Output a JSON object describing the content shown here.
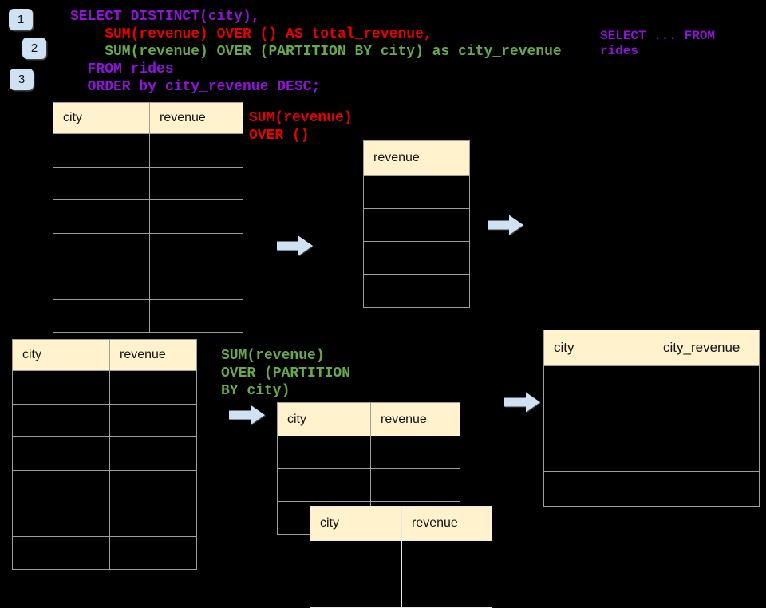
{
  "badges": [
    {
      "label": "1"
    },
    {
      "label": "2"
    },
    {
      "label": "3"
    }
  ],
  "sql_code": {
    "lines": [
      {
        "text": "SELECT DISTINCT(city),",
        "color": "purple"
      },
      {
        "text": "    SUM(revenue) OVER () AS total_revenue,",
        "color": "red"
      },
      {
        "text": "    SUM(revenue) OVER (PARTITION BY city) as city_revenue",
        "color": "green"
      },
      {
        "text": "  FROM rides",
        "color": "purple"
      },
      {
        "text": "  ORDER by city_revenue DESC;",
        "color": "purple"
      }
    ]
  },
  "side_note": {
    "text": "SELECT ... FROM\nrides",
    "color": "purple"
  },
  "annotations": {
    "total_revenue_label": {
      "text": "SUM(revenue)\nOVER ()",
      "color": "red"
    },
    "partition_label": {
      "text": "SUM(revenue)\nOVER (PARTITION\nBY city)",
      "color": "green"
    }
  },
  "tables": {
    "rides_source_top": {
      "headers": [
        "city",
        "revenue"
      ],
      "empty_rows": 6
    },
    "total_revenue_result": {
      "headers": [
        "revenue"
      ],
      "empty_rows": 4
    },
    "rides_source_bottom": {
      "headers": [
        "city",
        "revenue"
      ],
      "empty_rows": 6
    },
    "partition_step": {
      "headers": [
        "city",
        "revenue"
      ],
      "empty_rows": 3
    },
    "partition_step_front": {
      "headers": [
        "city",
        "revenue"
      ],
      "empty_rows": 2
    },
    "city_revenue_result": {
      "headers": [
        "city",
        "city_revenue"
      ],
      "empty_rows": 4
    }
  },
  "colors": {
    "purple": "#9013d8",
    "red": "#e60000",
    "green": "#69a84f",
    "table_header_bg": "#fff2cc",
    "table_border": "#9e9e9e",
    "front_table_border": "#e8e8e8",
    "arrow_fill": "#cfe2f3",
    "badge_bg": "#cfe2f3",
    "background": "#000000"
  }
}
